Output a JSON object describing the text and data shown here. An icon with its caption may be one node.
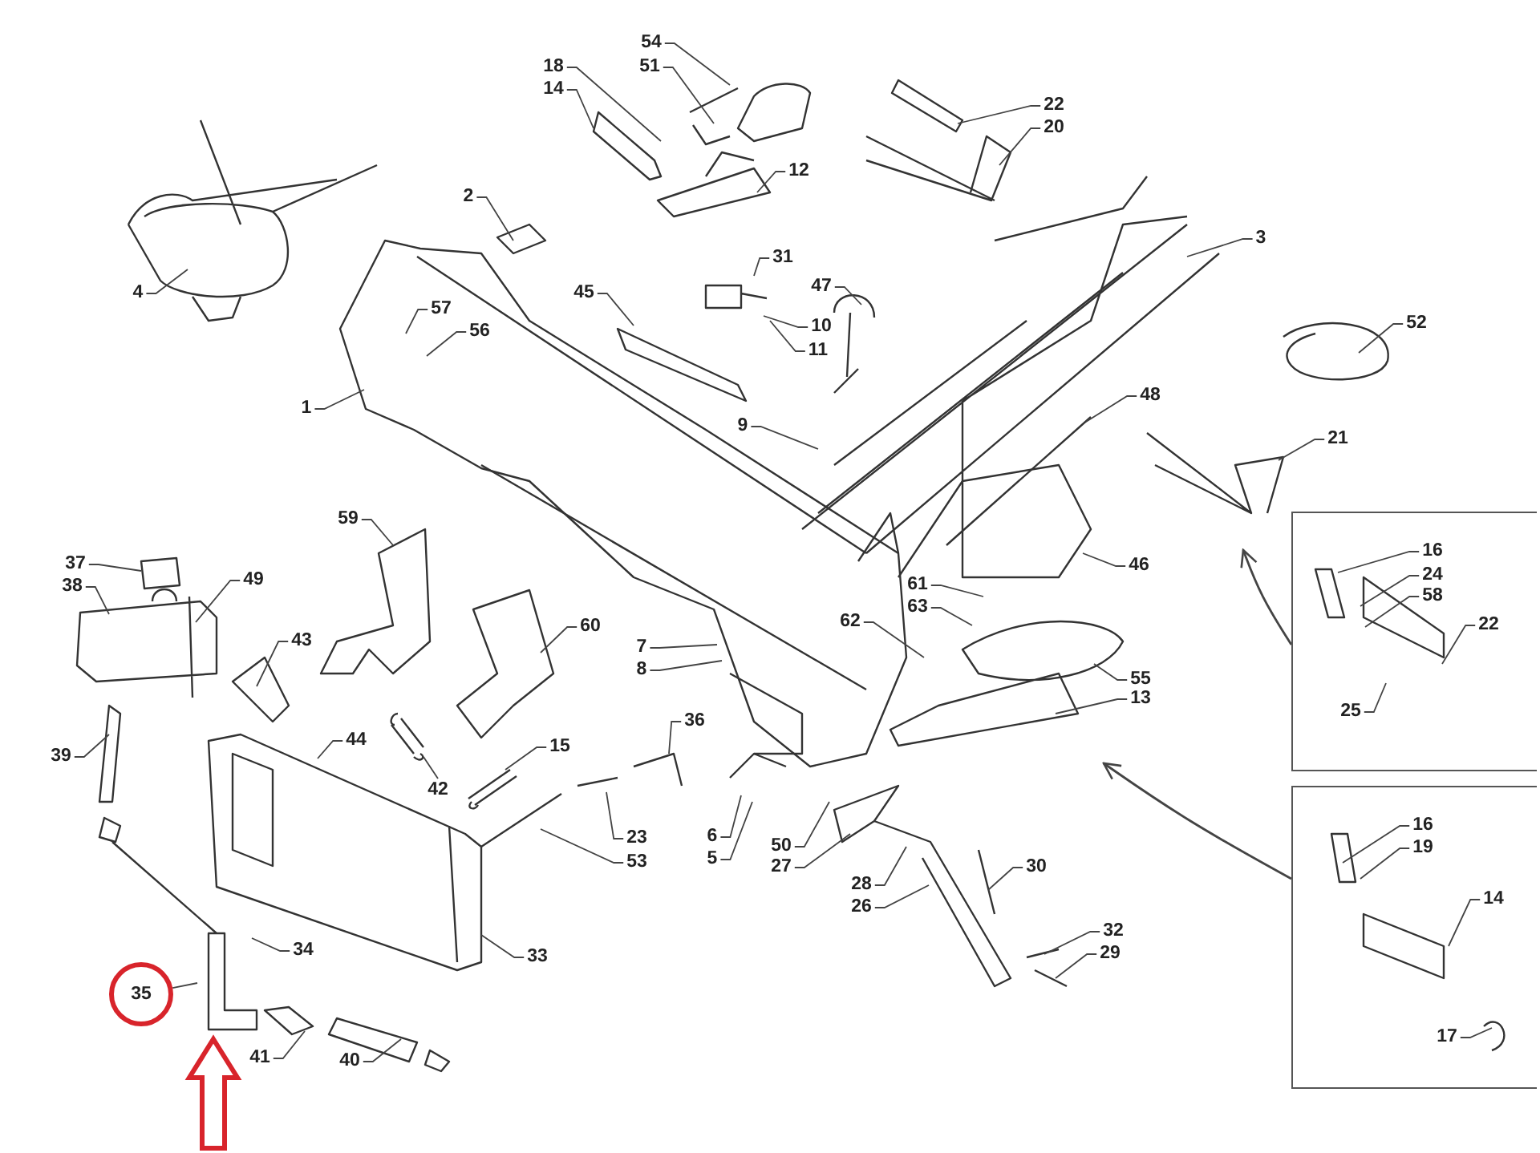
{
  "diagram": {
    "nodes": [
      {
        "text": [
          "18"
        ]
      },
      {
        "text": [
          "54"
        ]
      },
      {
        "text": [
          "51"
        ]
      },
      {
        "text": [
          "14"
        ]
      },
      {
        "text": [
          "22"
        ]
      },
      {
        "text": [
          "20"
        ]
      },
      {
        "text": [
          "12"
        ]
      },
      {
        "text": [
          "2"
        ]
      },
      {
        "text": [
          "3"
        ]
      },
      {
        "text": [
          "31"
        ]
      },
      {
        "text": [
          "47"
        ]
      },
      {
        "text": [
          "4"
        ]
      },
      {
        "text": [
          "45"
        ]
      },
      {
        "text": [
          "57"
        ]
      },
      {
        "text": [
          "10"
        ]
      },
      {
        "text": [
          "56"
        ]
      },
      {
        "text": [
          "52"
        ]
      },
      {
        "text": [
          "11"
        ]
      },
      {
        "text": [
          "48"
        ]
      },
      {
        "text": [
          "1"
        ]
      },
      {
        "text": [
          "9"
        ]
      },
      {
        "text": [
          "21"
        ]
      },
      {
        "text": [
          "59"
        ]
      },
      {
        "text": [],
        "shape": "box"
      },
      {
        "text": [
          "16"
        ],
        "in": 23
      },
      {
        "text": [
          "24"
        ],
        "in": 23
      },
      {
        "text": [
          "58"
        ],
        "in": 23
      },
      {
        "text": [
          "22"
        ],
        "in": 23
      },
      {
        "text": [
          "25"
        ],
        "in": 23
      },
      {
        "text": [
          "37"
        ]
      },
      {
        "text": [
          "46"
        ]
      },
      {
        "text": [
          "38"
        ]
      },
      {
        "text": [
          "49"
        ]
      },
      {
        "text": [
          "61"
        ]
      },
      {
        "text": [
          "63"
        ]
      },
      {
        "text": [
          "62"
        ]
      },
      {
        "text": [
          "60"
        ]
      },
      {
        "text": [
          "43"
        ]
      },
      {
        "text": [
          "7"
        ]
      },
      {
        "text": [
          "8"
        ]
      },
      {
        "text": [
          "55"
        ]
      },
      {
        "text": [
          "13"
        ]
      },
      {
        "text": [
          "36"
        ]
      },
      {
        "text": [
          "44"
        ]
      },
      {
        "text": [
          "39"
        ]
      },
      {
        "text": [
          "15"
        ]
      },
      {
        "text": [],
        "shape": "box"
      },
      {
        "text": [
          "16"
        ],
        "in": 46
      },
      {
        "text": [
          "19"
        ],
        "in": 46
      },
      {
        "text": [
          "14"
        ],
        "in": 46
      },
      {
        "text": [
          "17"
        ],
        "in": 46
      },
      {
        "text": [
          "42"
        ]
      },
      {
        "text": [
          "23"
        ]
      },
      {
        "text": [
          "6"
        ]
      },
      {
        "text": [
          "50"
        ]
      },
      {
        "text": [
          "53"
        ]
      },
      {
        "text": [
          "5"
        ]
      },
      {
        "text": [
          "27"
        ]
      },
      {
        "text": [
          "30"
        ]
      },
      {
        "text": [
          "28"
        ]
      },
      {
        "text": [
          "26"
        ]
      },
      {
        "text": [
          "32"
        ]
      },
      {
        "text": [
          "34"
        ]
      },
      {
        "text": [
          "29"
        ]
      },
      {
        "text": [
          "33"
        ]
      },
      {
        "text": [
          "35"
        ]
      },
      {
        "text": [
          "41"
        ]
      },
      {
        "text": [
          "40"
        ]
      }
    ],
    "edges": [
      {
        "from": 0,
        "to": null,
        "arrow": "none"
      },
      {
        "from": 1,
        "to": null,
        "arrow": "none"
      },
      {
        "from": 2,
        "to": null,
        "arrow": "none"
      },
      {
        "from": 3,
        "to": null,
        "arrow": "none"
      },
      {
        "from": 4,
        "to": null,
        "arrow": "none"
      },
      {
        "from": 5,
        "to": null,
        "arrow": "none"
      },
      {
        "from": 6,
        "to": null,
        "arrow": "none"
      },
      {
        "from": 7,
        "to": null,
        "arrow": "none"
      },
      {
        "from": 8,
        "to": null,
        "arrow": "none"
      },
      {
        "from": 9,
        "to": null,
        "arrow": "none"
      },
      {
        "from": 10,
        "to": null,
        "arrow": "none"
      },
      {
        "from": 11,
        "to": null,
        "arrow": "none"
      },
      {
        "from": 12,
        "to": null,
        "arrow": "none"
      },
      {
        "from": 13,
        "to": null,
        "arrow": "none"
      },
      {
        "from": 14,
        "to": null,
        "arrow": "none"
      },
      {
        "from": 15,
        "to": null,
        "arrow": "none"
      },
      {
        "from": 16,
        "to": null,
        "arrow": "none"
      },
      {
        "from": 17,
        "to": null,
        "arrow": "none"
      },
      {
        "from": 18,
        "to": null,
        "arrow": "none"
      },
      {
        "from": 19,
        "to": null,
        "arrow": "none"
      },
      {
        "from": 20,
        "to": null,
        "arrow": "none"
      },
      {
        "from": 21,
        "to": null,
        "arrow": "none"
      },
      {
        "from": 22,
        "to": null,
        "arrow": "none"
      },
      {
        "from": 23,
        "to": null,
        "arrow": "to"
      },
      {
        "from": 24,
        "to": null,
        "arrow": "none"
      },
      {
        "from": 25,
        "to": null,
        "arrow": "none"
      },
      {
        "from": 26,
        "to": null,
        "arrow": "none"
      },
      {
        "from": 27,
        "to": null,
        "arrow": "none"
      },
      {
        "from": 28,
        "to": null,
        "arrow": "none"
      },
      {
        "from": 29,
        "to": null,
        "arrow": "none"
      },
      {
        "from": 30,
        "to": null,
        "arrow": "none"
      },
      {
        "from": 31,
        "to": null,
        "arrow": "none"
      },
      {
        "from": 32,
        "to": null,
        "arrow": "none"
      },
      {
        "from": 33,
        "to": null,
        "arrow": "none"
      },
      {
        "from": 34,
        "to": null,
        "arrow": "none"
      },
      {
        "from": 35,
        "to": null,
        "arrow": "none"
      },
      {
        "from": 36,
        "to": null,
        "arrow": "none"
      },
      {
        "from": 37,
        "to": null,
        "arrow": "none"
      },
      {
        "from": 38,
        "to": null,
        "arrow": "none"
      },
      {
        "from": 39,
        "to": null,
        "arrow": "none"
      },
      {
        "from": 40,
        "to": null,
        "arrow": "none"
      },
      {
        "from": 41,
        "to": null,
        "arrow": "none"
      },
      {
        "from": 42,
        "to": null,
        "arrow": "none"
      },
      {
        "from": 43,
        "to": null,
        "arrow": "none"
      },
      {
        "from": 44,
        "to": null,
        "arrow": "none"
      },
      {
        "from": 45,
        "to": null,
        "arrow": "none"
      },
      {
        "from": 46,
        "to": null,
        "arrow": "to"
      },
      {
        "from": 47,
        "to": null,
        "arrow": "none"
      },
      {
        "from": 48,
        "to": null,
        "arrow": "none"
      },
      {
        "from": 49,
        "to": null,
        "arrow": "none"
      },
      {
        "from": 50,
        "to": null,
        "arrow": "none"
      },
      {
        "from": 51,
        "to": null,
        "arrow": "none"
      },
      {
        "from": 52,
        "to": null,
        "arrow": "none"
      },
      {
        "from": 53,
        "to": null,
        "arrow": "none"
      },
      {
        "from": 54,
        "to": null,
        "arrow": "none"
      },
      {
        "from": 55,
        "to": null,
        "arrow": "none"
      },
      {
        "from": 56,
        "to": null,
        "arrow": "none"
      },
      {
        "from": 57,
        "to": null,
        "arrow": "none"
      },
      {
        "from": 58,
        "to": null,
        "arrow": "none"
      },
      {
        "from": 59,
        "to": null,
        "arrow": "none"
      },
      {
        "from": 60,
        "to": null,
        "arrow": "none"
      },
      {
        "from": 61,
        "to": null,
        "arrow": "none"
      },
      {
        "from": 62,
        "to": null,
        "arrow": "none"
      },
      {
        "from": 63,
        "to": null,
        "arrow": "none"
      },
      {
        "from": 64,
        "to": null,
        "arrow": "none"
      },
      {
        "from": 65,
        "to": null,
        "arrow": "none"
      },
      {
        "from": 66,
        "to": null,
        "arrow": "none"
      },
      {
        "from": 67,
        "to": null,
        "arrow": "none"
      }
    ]
  }
}
